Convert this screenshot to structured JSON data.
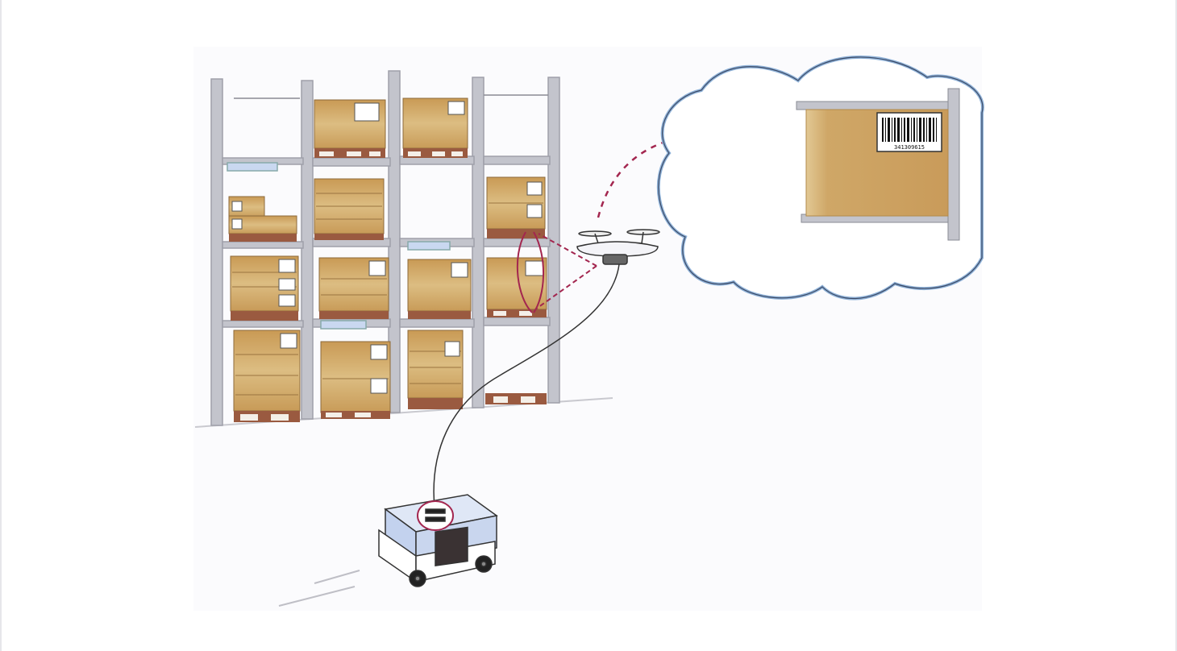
{
  "scene": {
    "subject": "warehouse-inventory-sketch",
    "elements": [
      "pallet-rack",
      "inventory-drone",
      "ground-robot",
      "scan-thought-cloud"
    ]
  },
  "labels": {
    "barcode_number": "341309615"
  },
  "colors": {
    "cardboard": "#d9b77a",
    "cardboard_shade": "#b98f4c",
    "pallet": "#9a5a40",
    "rack_post": "#bfc0c8",
    "scan_path": "#a3264f",
    "cloud_outline": "#8fb2d8",
    "robot_body": "#c9d6ee",
    "robot_panel": "#3a3233"
  }
}
